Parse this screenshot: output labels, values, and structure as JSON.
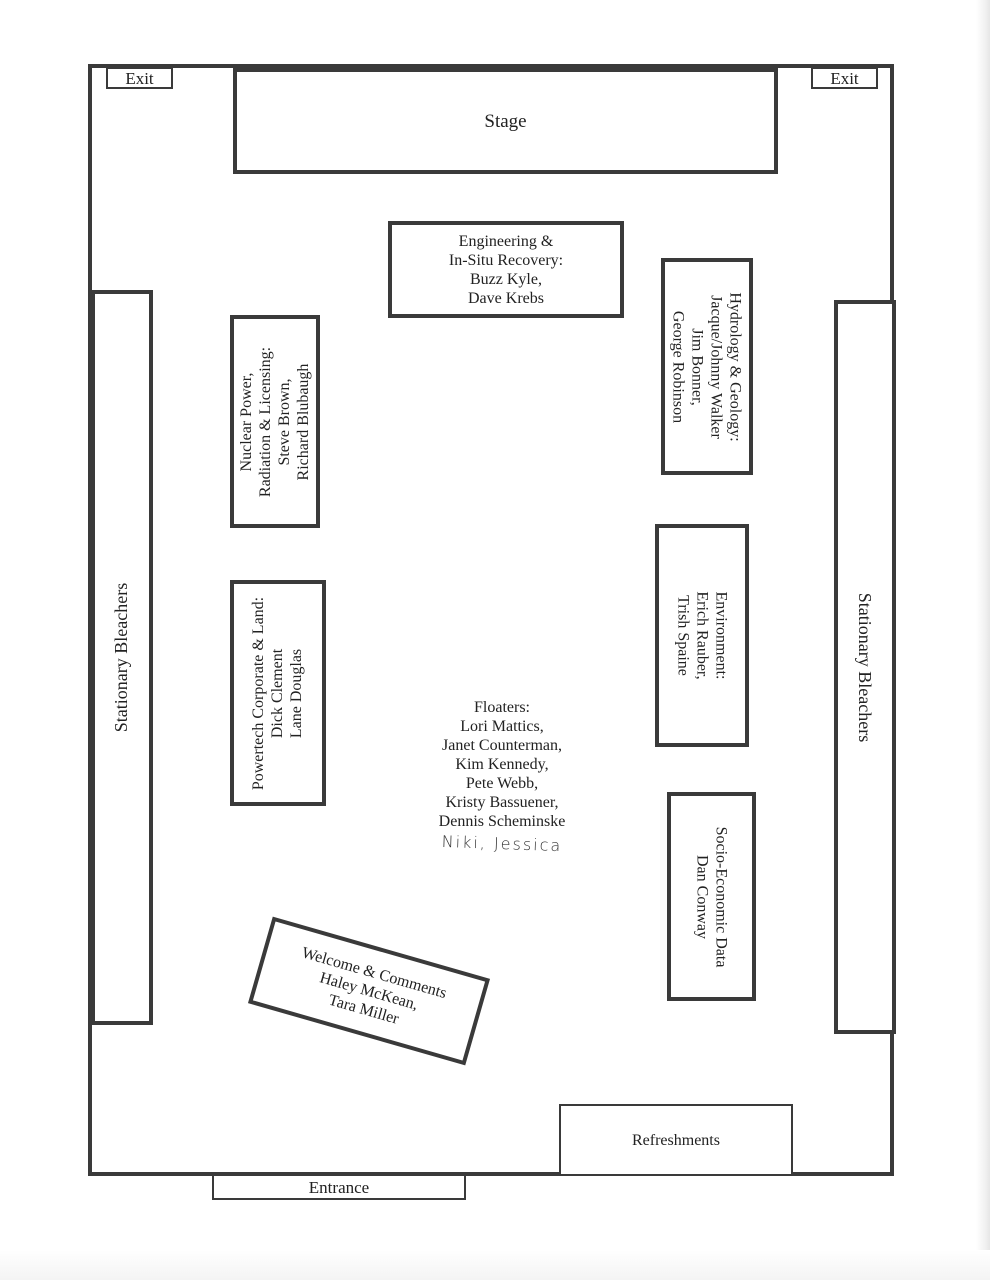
{
  "exits": {
    "left": "Exit",
    "right": "Exit"
  },
  "stage": "Stage",
  "entrance": "Entrance",
  "refreshments": "Refreshments",
  "bleachers": {
    "left": "Stationary Bleachers",
    "right": "Stationary Bleachers"
  },
  "booths": {
    "engineering": [
      "Engineering &",
      "In-Situ Recovery:",
      "Buzz Kyle,",
      "Dave Krebs"
    ],
    "hydrology": [
      "Hydrology & Geology:",
      "Jacque/Johnny Walker",
      "Jim Bonner,",
      "George Robinson"
    ],
    "nuclear": [
      "Nuclear Power,",
      "Radiation & Licensing:",
      "Steve Brown,",
      "Richard Blubaugh"
    ],
    "powertech": [
      "Powertech Corporate & Land:",
      "Dick Clement",
      "Lane Douglas"
    ],
    "environment": [
      "Environment:",
      "Erich Rauber,",
      "Trish Spaine"
    ],
    "socio": [
      "Socio-Economic Data",
      "Dan Conway"
    ],
    "welcome": [
      "Welcome & Comments",
      "Haley McKean,",
      "Tara Miller"
    ]
  },
  "floaters": {
    "lines": [
      "Floaters:",
      "Lori Mattics,",
      "Janet Counterman,",
      "Kim Kennedy,",
      "Pete Webb,",
      "Kristy Bassuener,",
      "Dennis Scheminske"
    ],
    "handwritten": "Niki, Jessica"
  }
}
